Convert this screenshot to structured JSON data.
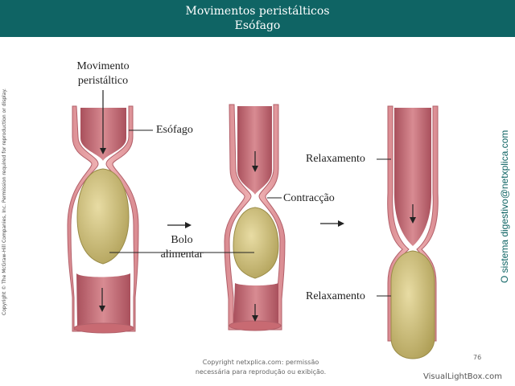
{
  "header": {
    "title_line1": "Movimentos peristálticos",
    "title_line2": "Esófago"
  },
  "labels": {
    "movimento_line1": "Movimento",
    "movimento_line2": "peristáltico",
    "esofago": "Esófago",
    "bolo_line1": "Bolo",
    "bolo_line2": "alimentar",
    "contraccao": "Contracção",
    "relaxamento_top": "Relaxamento",
    "relaxamento_bottom": "Relaxamento"
  },
  "side_copyright": "Copyright © The McGraw-Hill Companies, Inc. Permission required for reproduction or display.",
  "side_site": "O sistema digestivo@netxplica.com",
  "footer": {
    "line1": "Copyright netxplica.com: permissão",
    "line2": "necessária para reprodução ou exibição."
  },
  "page_number": "76",
  "watermark": "VisualLightBox.com",
  "colors": {
    "header_bg": "#0f6464",
    "tube_outer": "#e9a0a2",
    "tube_inner": "#c86a72",
    "bolus": "#cfc07a"
  }
}
